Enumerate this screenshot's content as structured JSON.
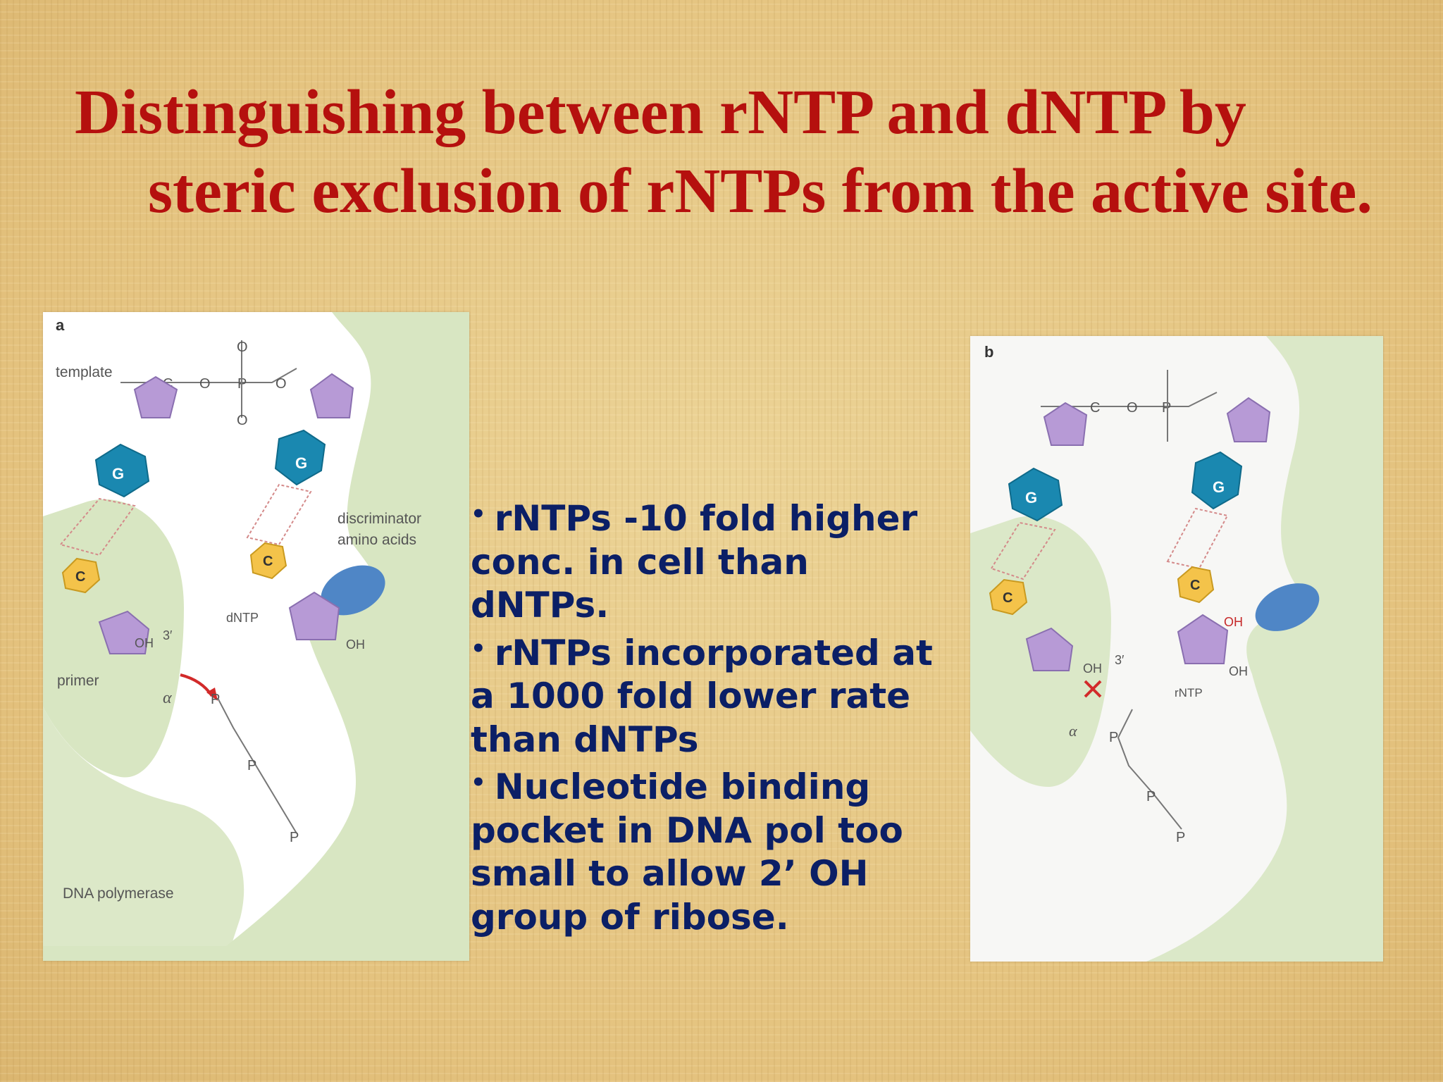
{
  "slide": {
    "title_line1": "Distinguishing between rNTP and dNTP by",
    "title_line2": "steric exclusion of rNTPs from the active site.",
    "bullets": [
      "rNTPs -10 fold higher conc. in cell than dNTPs.",
      "rNTPs incorporated at a 1000 fold lower rate than dNTPs",
      "Nucleotide binding pocket in DNA pol too small to allow 2’ OH group of ribose."
    ],
    "colors": {
      "title": "#b5100e",
      "bullets": "#0b1f66",
      "background": "#e7c887"
    }
  },
  "figure_a": {
    "panel_label": "a",
    "template_label": "template",
    "primer_label": "primer",
    "discriminator_label_line1": "discriminator",
    "discriminator_label_line2": "amino acids",
    "dntp_label": "dNTP",
    "enzyme_label": "DNA polymerase",
    "base_g": "G",
    "base_c": "C",
    "oh3_label": "OH",
    "three_prime": "3′",
    "oh_label": "OH",
    "alpha": "α",
    "atom_c": "C",
    "atom_o": "O",
    "atom_p": "P"
  },
  "figure_b": {
    "panel_label": "b",
    "rntp_label": "rNTP",
    "oh_red_label": "OH",
    "base_g": "G",
    "base_c": "C",
    "oh3_label": "OH",
    "three_prime": "3′",
    "oh_label": "OH",
    "alpha": "α",
    "atom_c": "C",
    "atom_o": "O",
    "atom_p": "P"
  }
}
